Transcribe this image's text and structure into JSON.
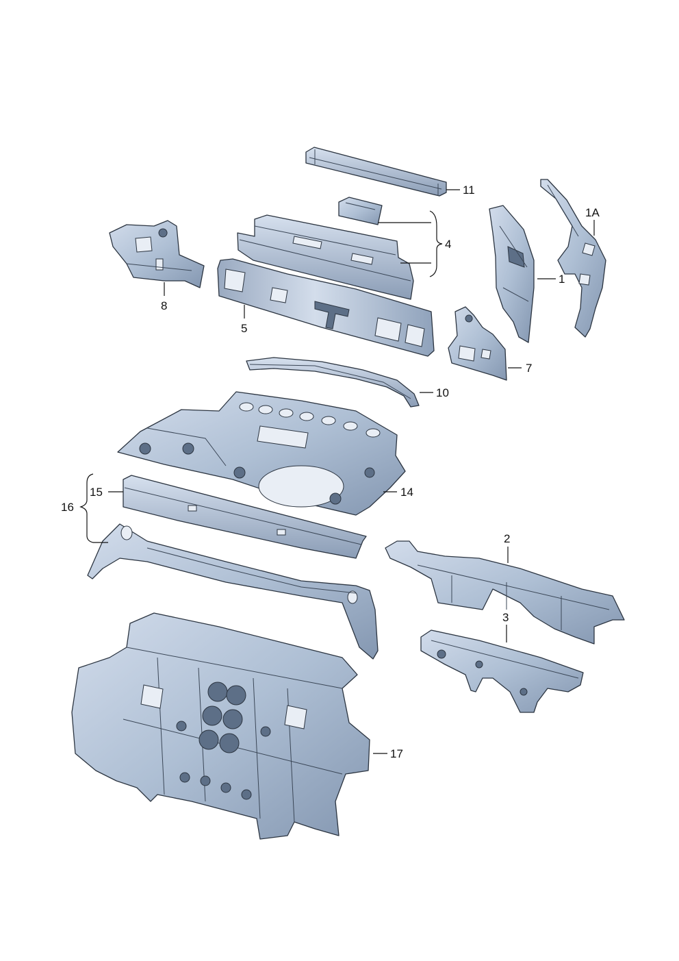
{
  "colors": {
    "panel_light": "#c9d5e4",
    "panel_mid": "#a5b6cd",
    "panel_dark": "#7f93ae",
    "outline": "#2b3440",
    "callout_text": "#111111"
  },
  "callouts": {
    "p11": "11",
    "p1a": "1A",
    "p4": "4",
    "p1": "1",
    "p8": "8",
    "p5": "5",
    "p7": "7",
    "p10": "10",
    "p15": "15",
    "p16": "16",
    "p14": "14",
    "p2": "2",
    "p3": "3",
    "p17": "17"
  }
}
